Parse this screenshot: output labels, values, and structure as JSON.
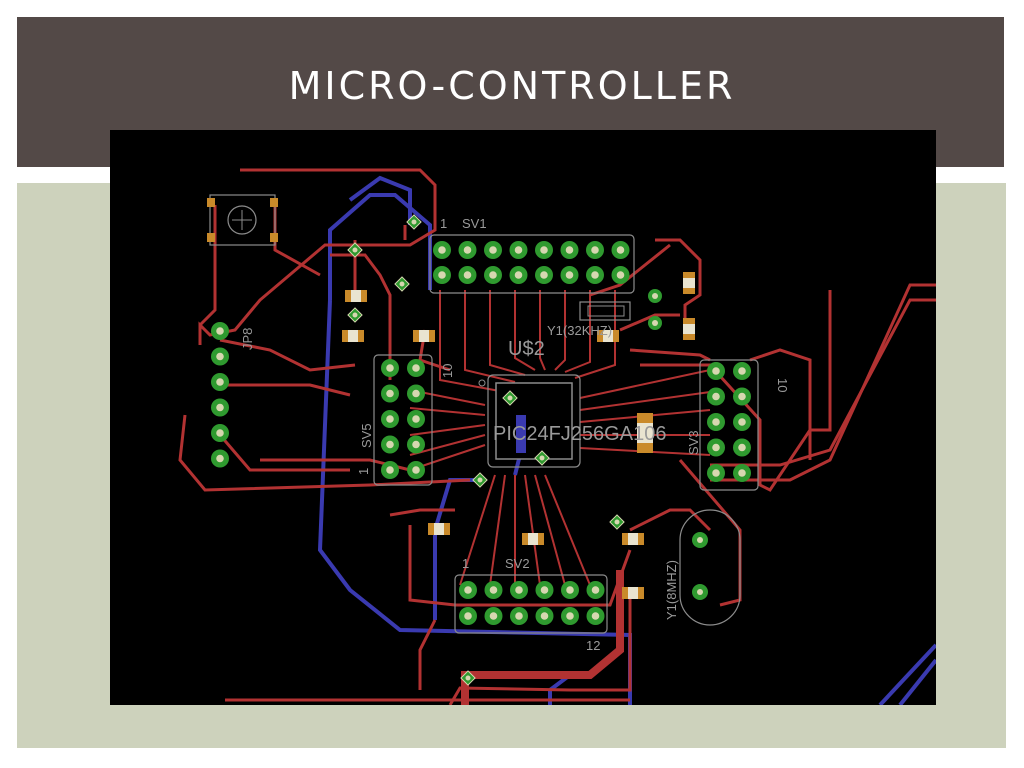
{
  "slide": {
    "title": "MICRO-CONTROLLER"
  },
  "pcb": {
    "chip_name": "PIC24FJ256GA106",
    "chip_ref": "U$2",
    "crystal_small": "Y1(32KHZ)",
    "crystal_large": "Y1(8MHZ)",
    "header_top": "SV1",
    "header_left": "SV5",
    "header_bottom": "SV2",
    "header_right": "SV3",
    "jumper": "JP8",
    "pin1_top": "1",
    "pin1_left": "1",
    "pin10_left": "10",
    "pin1_bottom": "1",
    "pin12_bottom": "12",
    "pin10_right": "10",
    "colors": {
      "board": "#000000",
      "trace_top": "#b23232",
      "trace_bottom": "#3a3ab0",
      "pad": "#2f9a2f",
      "drill": "#d7d7b0",
      "outline": "#8c8c8c"
    }
  }
}
